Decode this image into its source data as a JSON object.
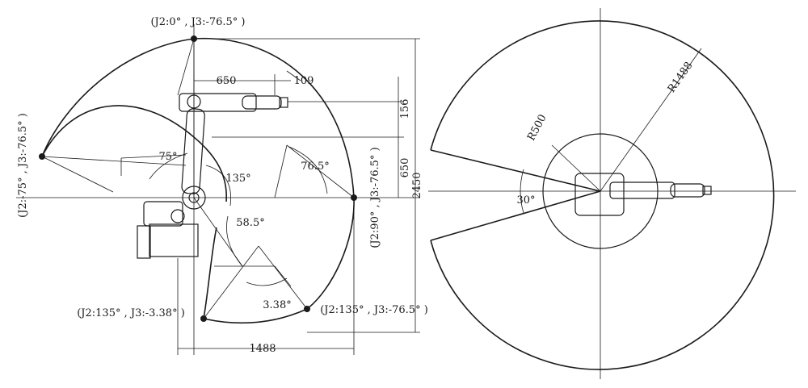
{
  "side_view": {
    "poses": {
      "top": "(J2:0° , J3:-76.5° )",
      "left": "(J2:-75° , J3:-76.5° )",
      "right": "(J2:90° , J3:-76.5° )",
      "bottom_left": "(J2:135° , J3:-3.38° )",
      "bottom_right": "(J2:135° , J3:-76.5° )"
    },
    "dimensions": {
      "d650_top": "650",
      "d109": "109",
      "d156": "156",
      "d650_right": "650",
      "d2450": "2450",
      "d1488": "1488"
    },
    "angles": {
      "a75": "75°",
      "a135": "135°",
      "a76_5": "76.5°",
      "a58_5": "58.5°",
      "a3_38": "3.38°"
    }
  },
  "top_view": {
    "radius_outer": "R1488",
    "radius_inner": "R500",
    "angle_gap": "30°"
  }
}
